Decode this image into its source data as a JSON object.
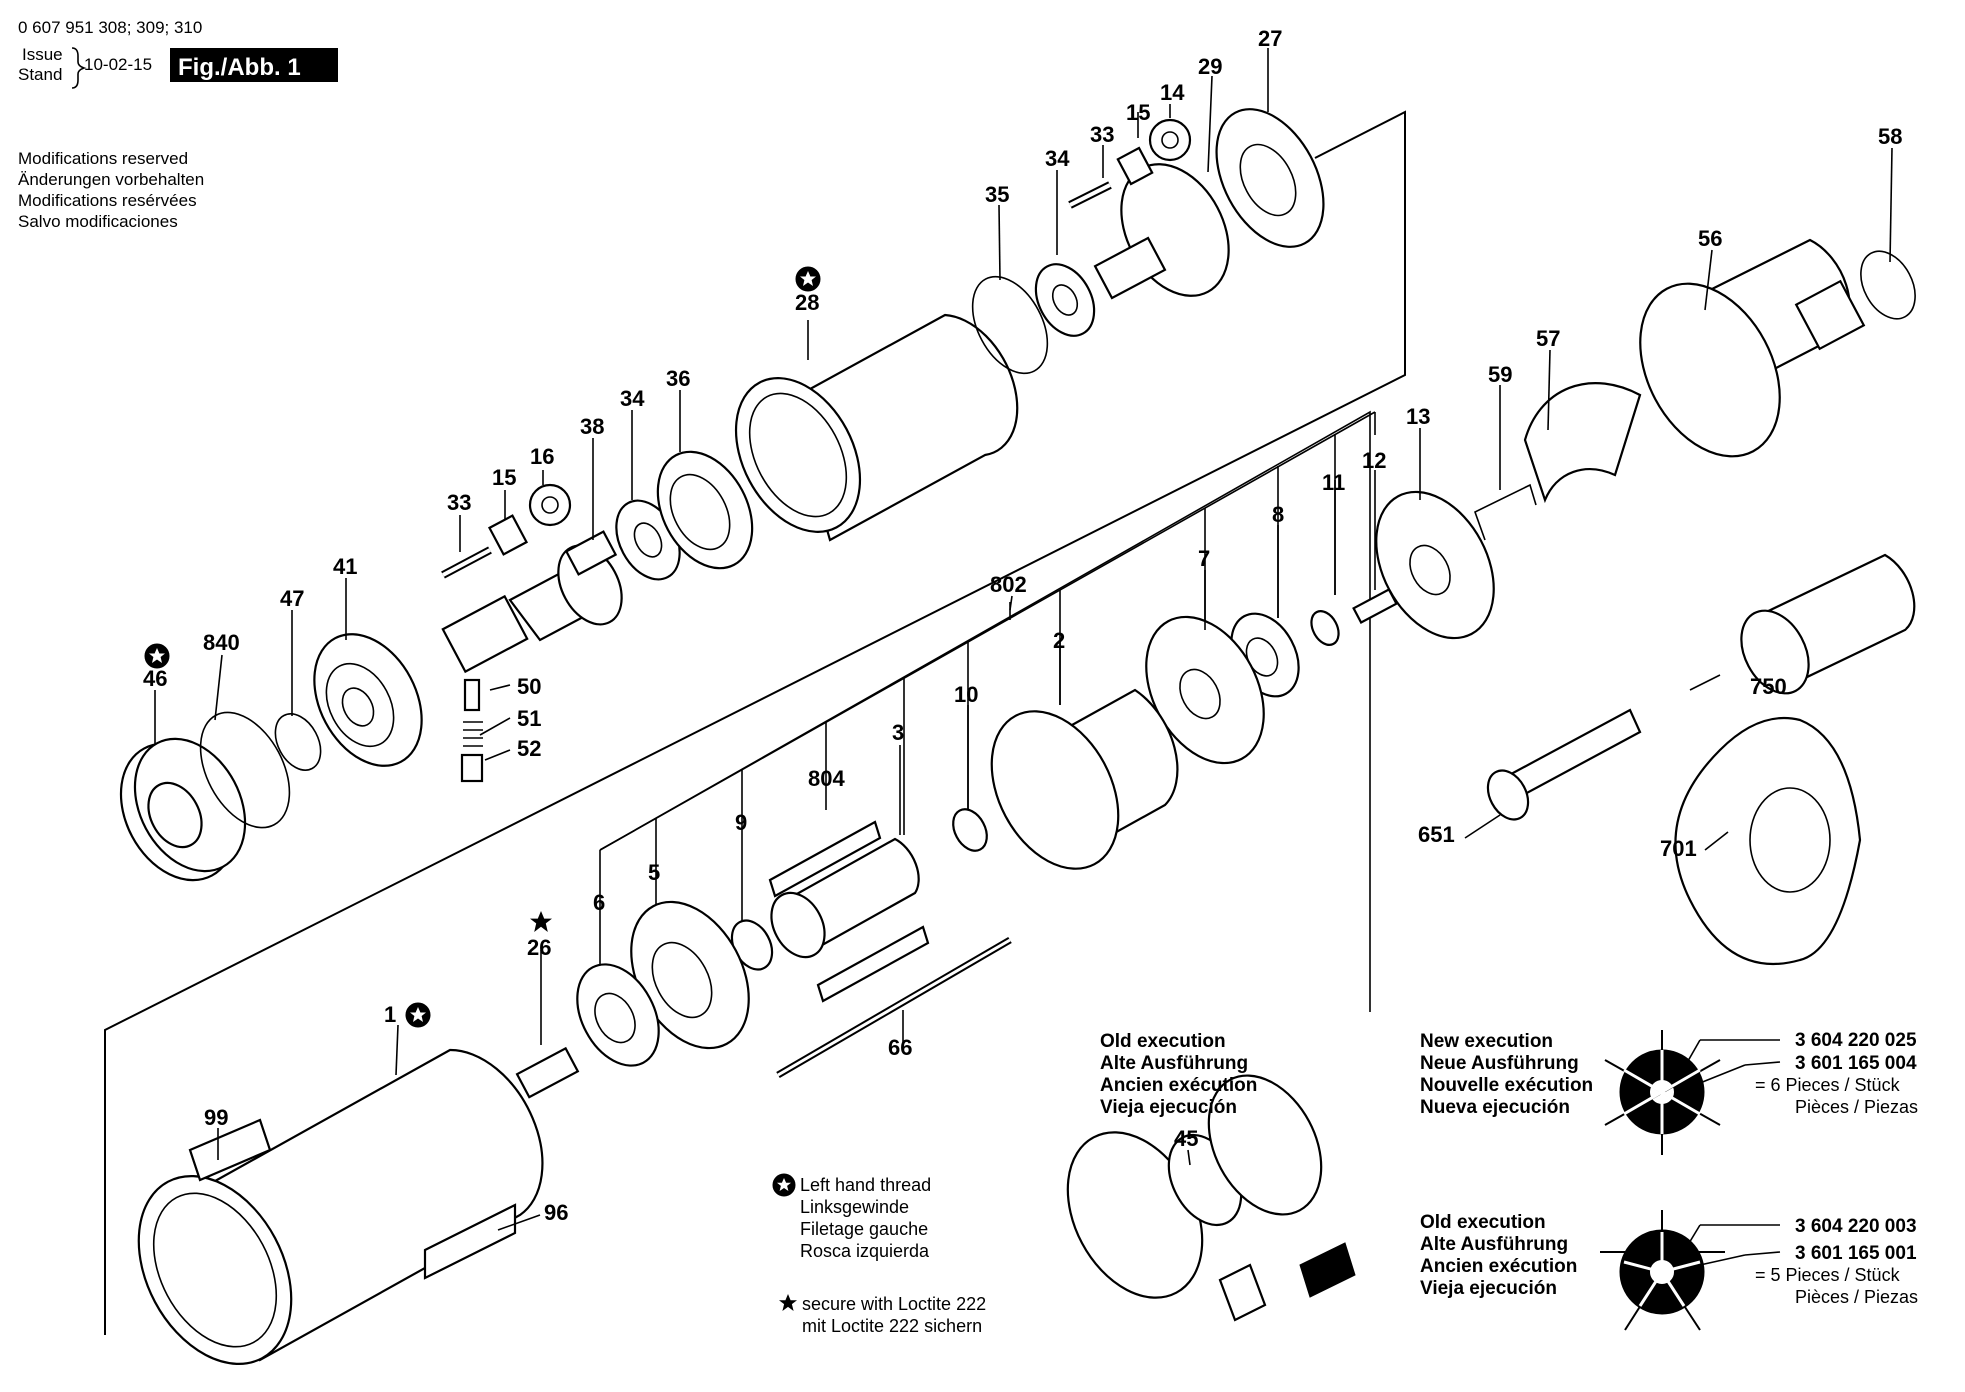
{
  "header": {
    "drawing_number": "0 607 951 308; 309; 310",
    "issue_label": "Issue",
    "stand_label": "Stand",
    "issue_date": "10-02-15",
    "figure_label": "Fig./Abb. 1"
  },
  "modifications_notice": [
    "Modifications reserved",
    "Änderungen vorbehalten",
    "Modifications resérvées",
    "Salvo modificaciones"
  ],
  "part_labels": {
    "p1": "1",
    "p2": "2",
    "p3": "3",
    "p5": "5",
    "p6": "6",
    "p7": "7",
    "p8": "8",
    "p9": "9",
    "p10": "10",
    "p11": "11",
    "p12": "12",
    "p13": "13",
    "p14": "14",
    "p15a": "15",
    "p15b": "15",
    "p16": "16",
    "p26": "26",
    "p27": "27",
    "p28": "28",
    "p29": "29",
    "p33a": "33",
    "p33b": "33",
    "p34a": "34",
    "p34b": "34",
    "p35": "35",
    "p36": "36",
    "p38": "38",
    "p41": "41",
    "p45": "45",
    "p46": "46",
    "p47": "47",
    "p50": "50",
    "p51": "51",
    "p52": "52",
    "p56": "56",
    "p57": "57",
    "p58": "58",
    "p59": "59",
    "p66": "66",
    "p96": "96",
    "p99": "99",
    "p651": "651",
    "p701": "701",
    "p750": "750",
    "p802": "802",
    "p804": "804",
    "p840": "840"
  },
  "legend": {
    "left_hand_thread": [
      "Left hand thread",
      "Linksgewinde",
      "Filetage gauche",
      "Rosca izquierda"
    ],
    "loctite": [
      "secure with Loctite 222",
      "mit Loctite 222 sichern"
    ]
  },
  "old_execution_center": [
    "Old execution",
    "Alte Ausführung",
    "Ancien exécution",
    "Vieja ejecución"
  ],
  "new_execution": {
    "lines": [
      "New execution",
      "Neue Ausführung",
      "Nouvelle exécution",
      "Nueva ejecución"
    ],
    "part_a": "3 604 220 025",
    "part_b": "3 601 165 004",
    "pieces_1": "= 6 Pieces / Stück",
    "pieces_2": "Pièces / Piezas"
  },
  "old_execution_right": {
    "lines": [
      "Old execution",
      "Alte Ausführung",
      "Ancien exécution",
      "Vieja ejecución"
    ],
    "part_a": "3 604 220 003",
    "part_b": "3 601 165 001",
    "pieces_1": "= 5 Pieces / Stück",
    "pieces_2": "Pièces / Piezas"
  }
}
